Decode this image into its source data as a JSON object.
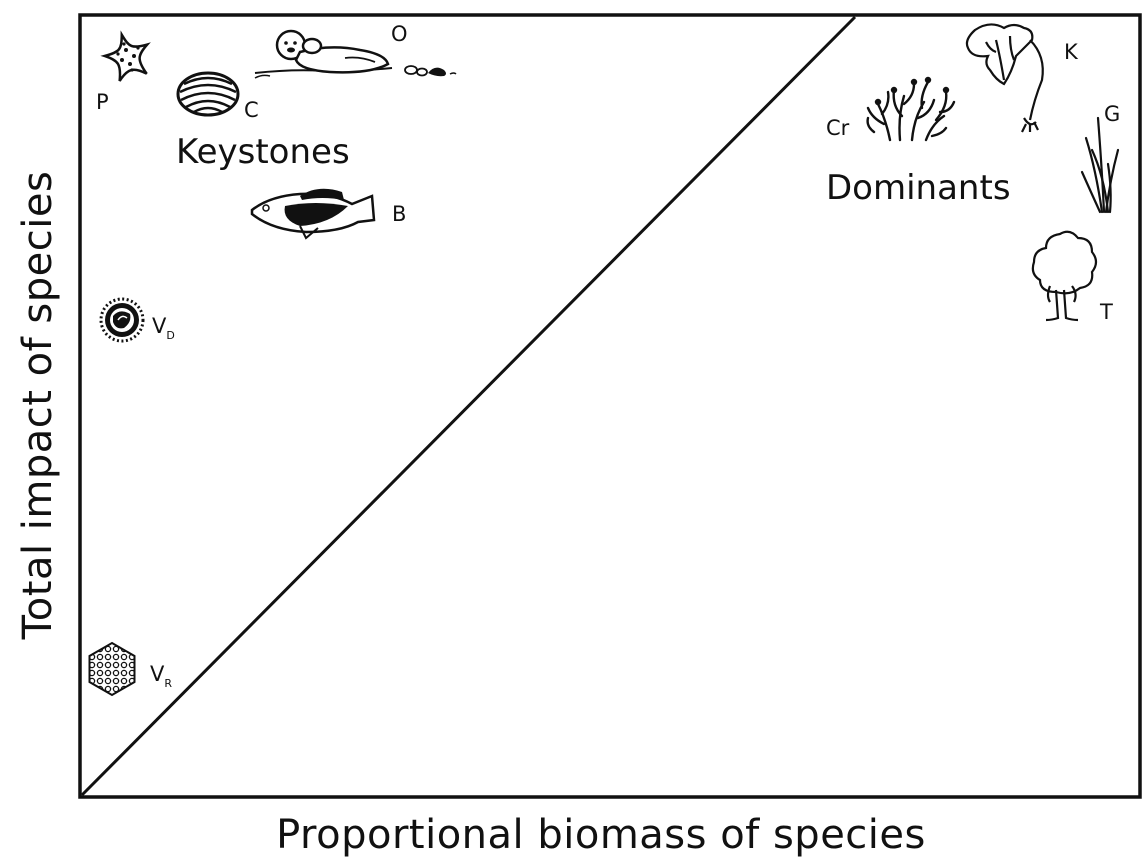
{
  "axes": {
    "x_title": "Proportional biomass of species",
    "y_title": "Total impact of species"
  },
  "groups": {
    "keystones": "Keystones",
    "dominants": "Dominants"
  },
  "species": {
    "p": "P",
    "c": "C",
    "o": "O",
    "b": "B",
    "vd_main": "V",
    "vd_sub": "D",
    "vr_main": "V",
    "vr_sub": "R",
    "cr": "Cr",
    "k": "K",
    "g": "G",
    "t": "T"
  },
  "icons": {
    "p": "sea-star-icon",
    "c": "clam-shell-icon",
    "o": "sea-otter-icon",
    "b": "fish-icon",
    "vd": "virus-spiky-icon",
    "vr": "virus-hexagon-icon",
    "cr": "coral-icon",
    "k": "kelp-icon",
    "g": "grass-icon",
    "t": "tree-icon"
  }
}
